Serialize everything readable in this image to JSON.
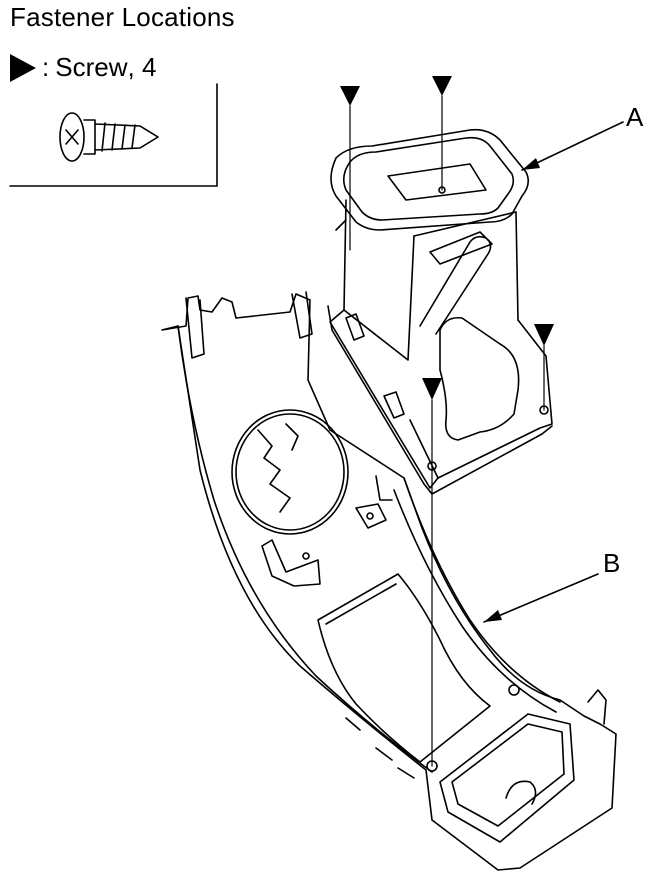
{
  "diagram": {
    "title": "Fastener Locations",
    "legend": {
      "separator": ":",
      "fastener_name": "Screw",
      "count": "4"
    },
    "callouts": {
      "a": "A",
      "b": "B"
    },
    "fastener_marker_count": 4
  }
}
